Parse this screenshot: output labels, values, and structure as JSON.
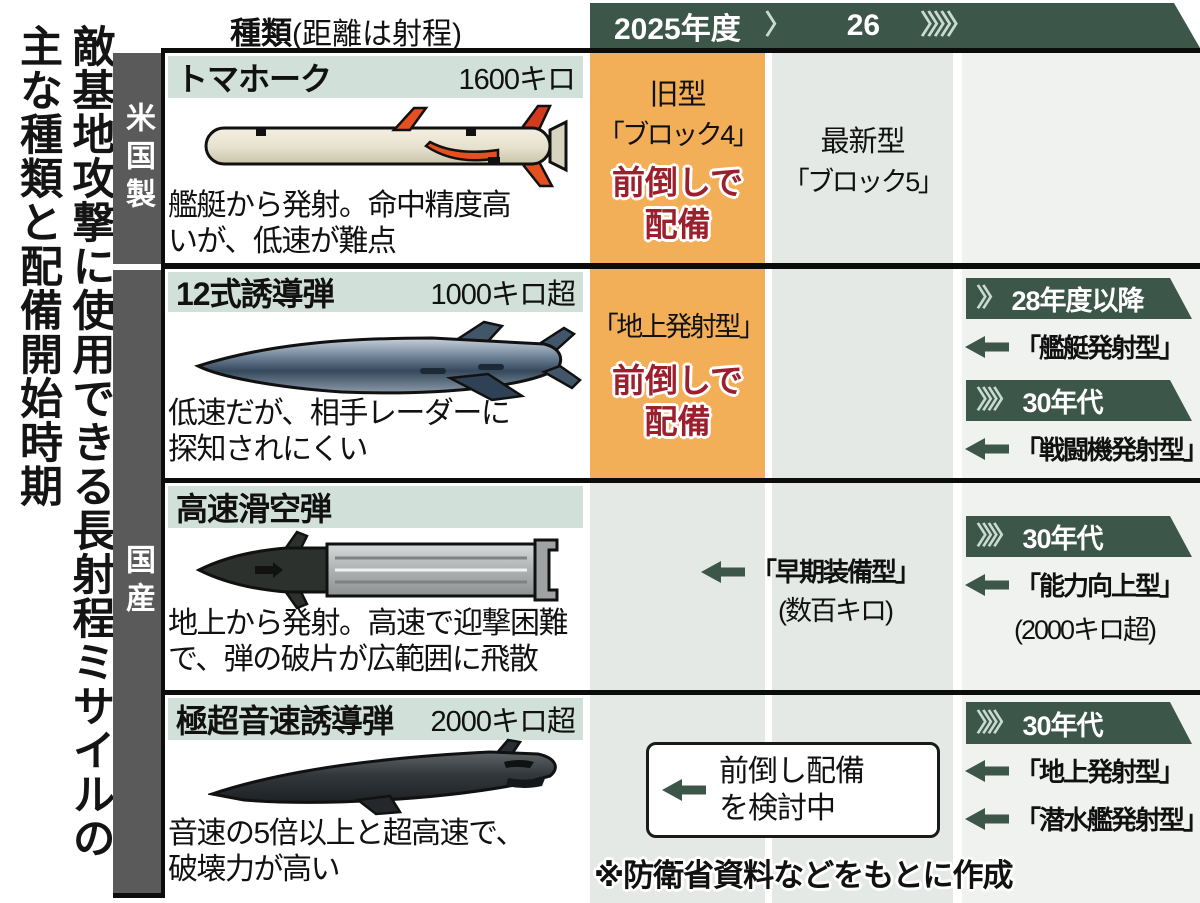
{
  "colors": {
    "accent_green": "#3c564a",
    "chevron_light": "#c9dad1",
    "highlight_orange": "#f3ae58",
    "alert_red": "#9c1f2e",
    "name_bar_green": "#d1e0d8",
    "origin_bar_gray": "#5a5a5a"
  },
  "title": {
    "line1": "敵基地攻撃に使用できる長射程ミサイルの",
    "line2": "主な種類と配備開始時期"
  },
  "table_header": {
    "type_label": "種類",
    "type_note": "(距離は射程)"
  },
  "timeline": {
    "year_2025": "2025年度",
    "chevron_single": "〉",
    "year_26": "26",
    "chevron_five": "〉〉〉〉〉"
  },
  "origins": {
    "us": "米国製",
    "domestic": "国産"
  },
  "rows": [
    {
      "name": "トマホーク",
      "range": "1600キロ",
      "desc": "艦艇から発射。命中精度高\nいが、低速が難点",
      "col2025": {
        "line1": "旧型",
        "line2": "「ブロック4」",
        "emphasis": "前倒しで\n配備"
      },
      "col26": {
        "line1": "最新型",
        "line2": "「ブロック5」"
      }
    },
    {
      "name": "12式誘導弾",
      "range": "1000キロ超",
      "desc": "低速だが、相手レーダーに\n探知されにくい",
      "col2025": {
        "line1": "「地上発射型」",
        "emphasis": "前倒しで\n配備"
      },
      "future": [
        {
          "chevrons": "〉〉",
          "period": "28年度以降",
          "label": "「艦艇発射型」"
        },
        {
          "chevrons": "〉〉〉〉",
          "period": "30年代",
          "label": "「戦闘機発射型」"
        }
      ]
    },
    {
      "name": "高速滑空弾",
      "desc": "地上から発射。高速で迎撃困難\nで、弾の破片が広範囲に飛散",
      "col26_arrow": {
        "label": "「早期装備型」",
        "sub": "(数百キロ)"
      },
      "future": [
        {
          "chevrons": "〉〉〉〉",
          "period": "30年代",
          "label": "「能力向上型」",
          "sub": "(2000キロ超)"
        }
      ]
    },
    {
      "name": "極超音速誘導弾",
      "range": "2000キロ超",
      "desc": "音速の5倍以上と超高速で、\n破壊力が高い",
      "review_box": {
        "text": "前倒し配備\nを検討中"
      },
      "future": [
        {
          "chevrons": "〉〉〉〉",
          "period": "30年代",
          "labels": [
            "「地上発射型」",
            "「潜水艦発射型」"
          ]
        }
      ]
    }
  ],
  "source_note": "※防衛省資料などをもとに作成"
}
